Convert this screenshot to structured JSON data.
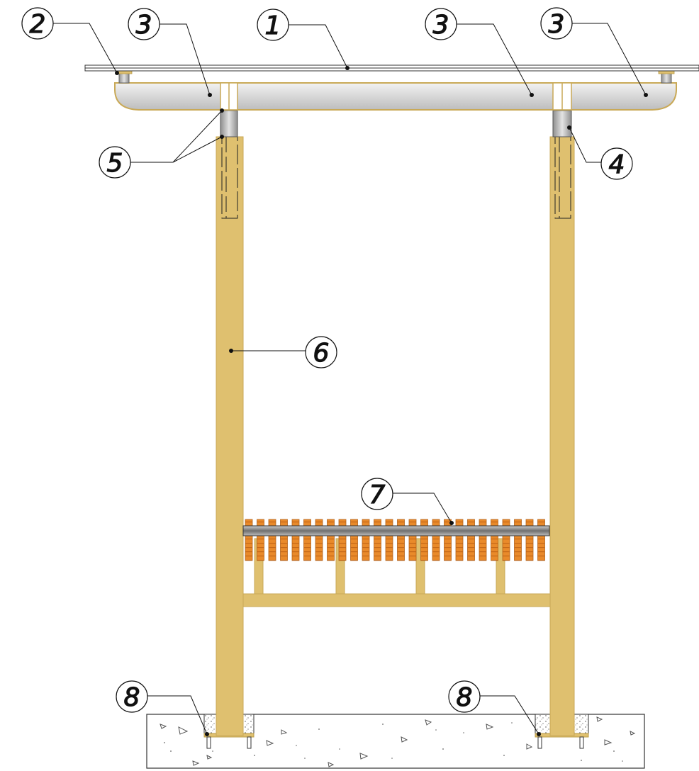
{
  "colors": {
    "wood": "#dfc06f",
    "wood_edge": "#b89a45",
    "steel_light": "#e8e8e8",
    "steel_dark": "#a9a9a9",
    "rebar": "#e98a2a",
    "rebar_edge": "#b3621a",
    "concrete": "#f7f7f7",
    "line": "#111111"
  },
  "callouts": {
    "c1": "1",
    "c2": "2",
    "c3a": "3",
    "c3b": "3",
    "c3c": "3",
    "c4": "4",
    "c5": "5",
    "c6": "6",
    "c7": "7",
    "c8a": "8",
    "c8b": "8"
  }
}
